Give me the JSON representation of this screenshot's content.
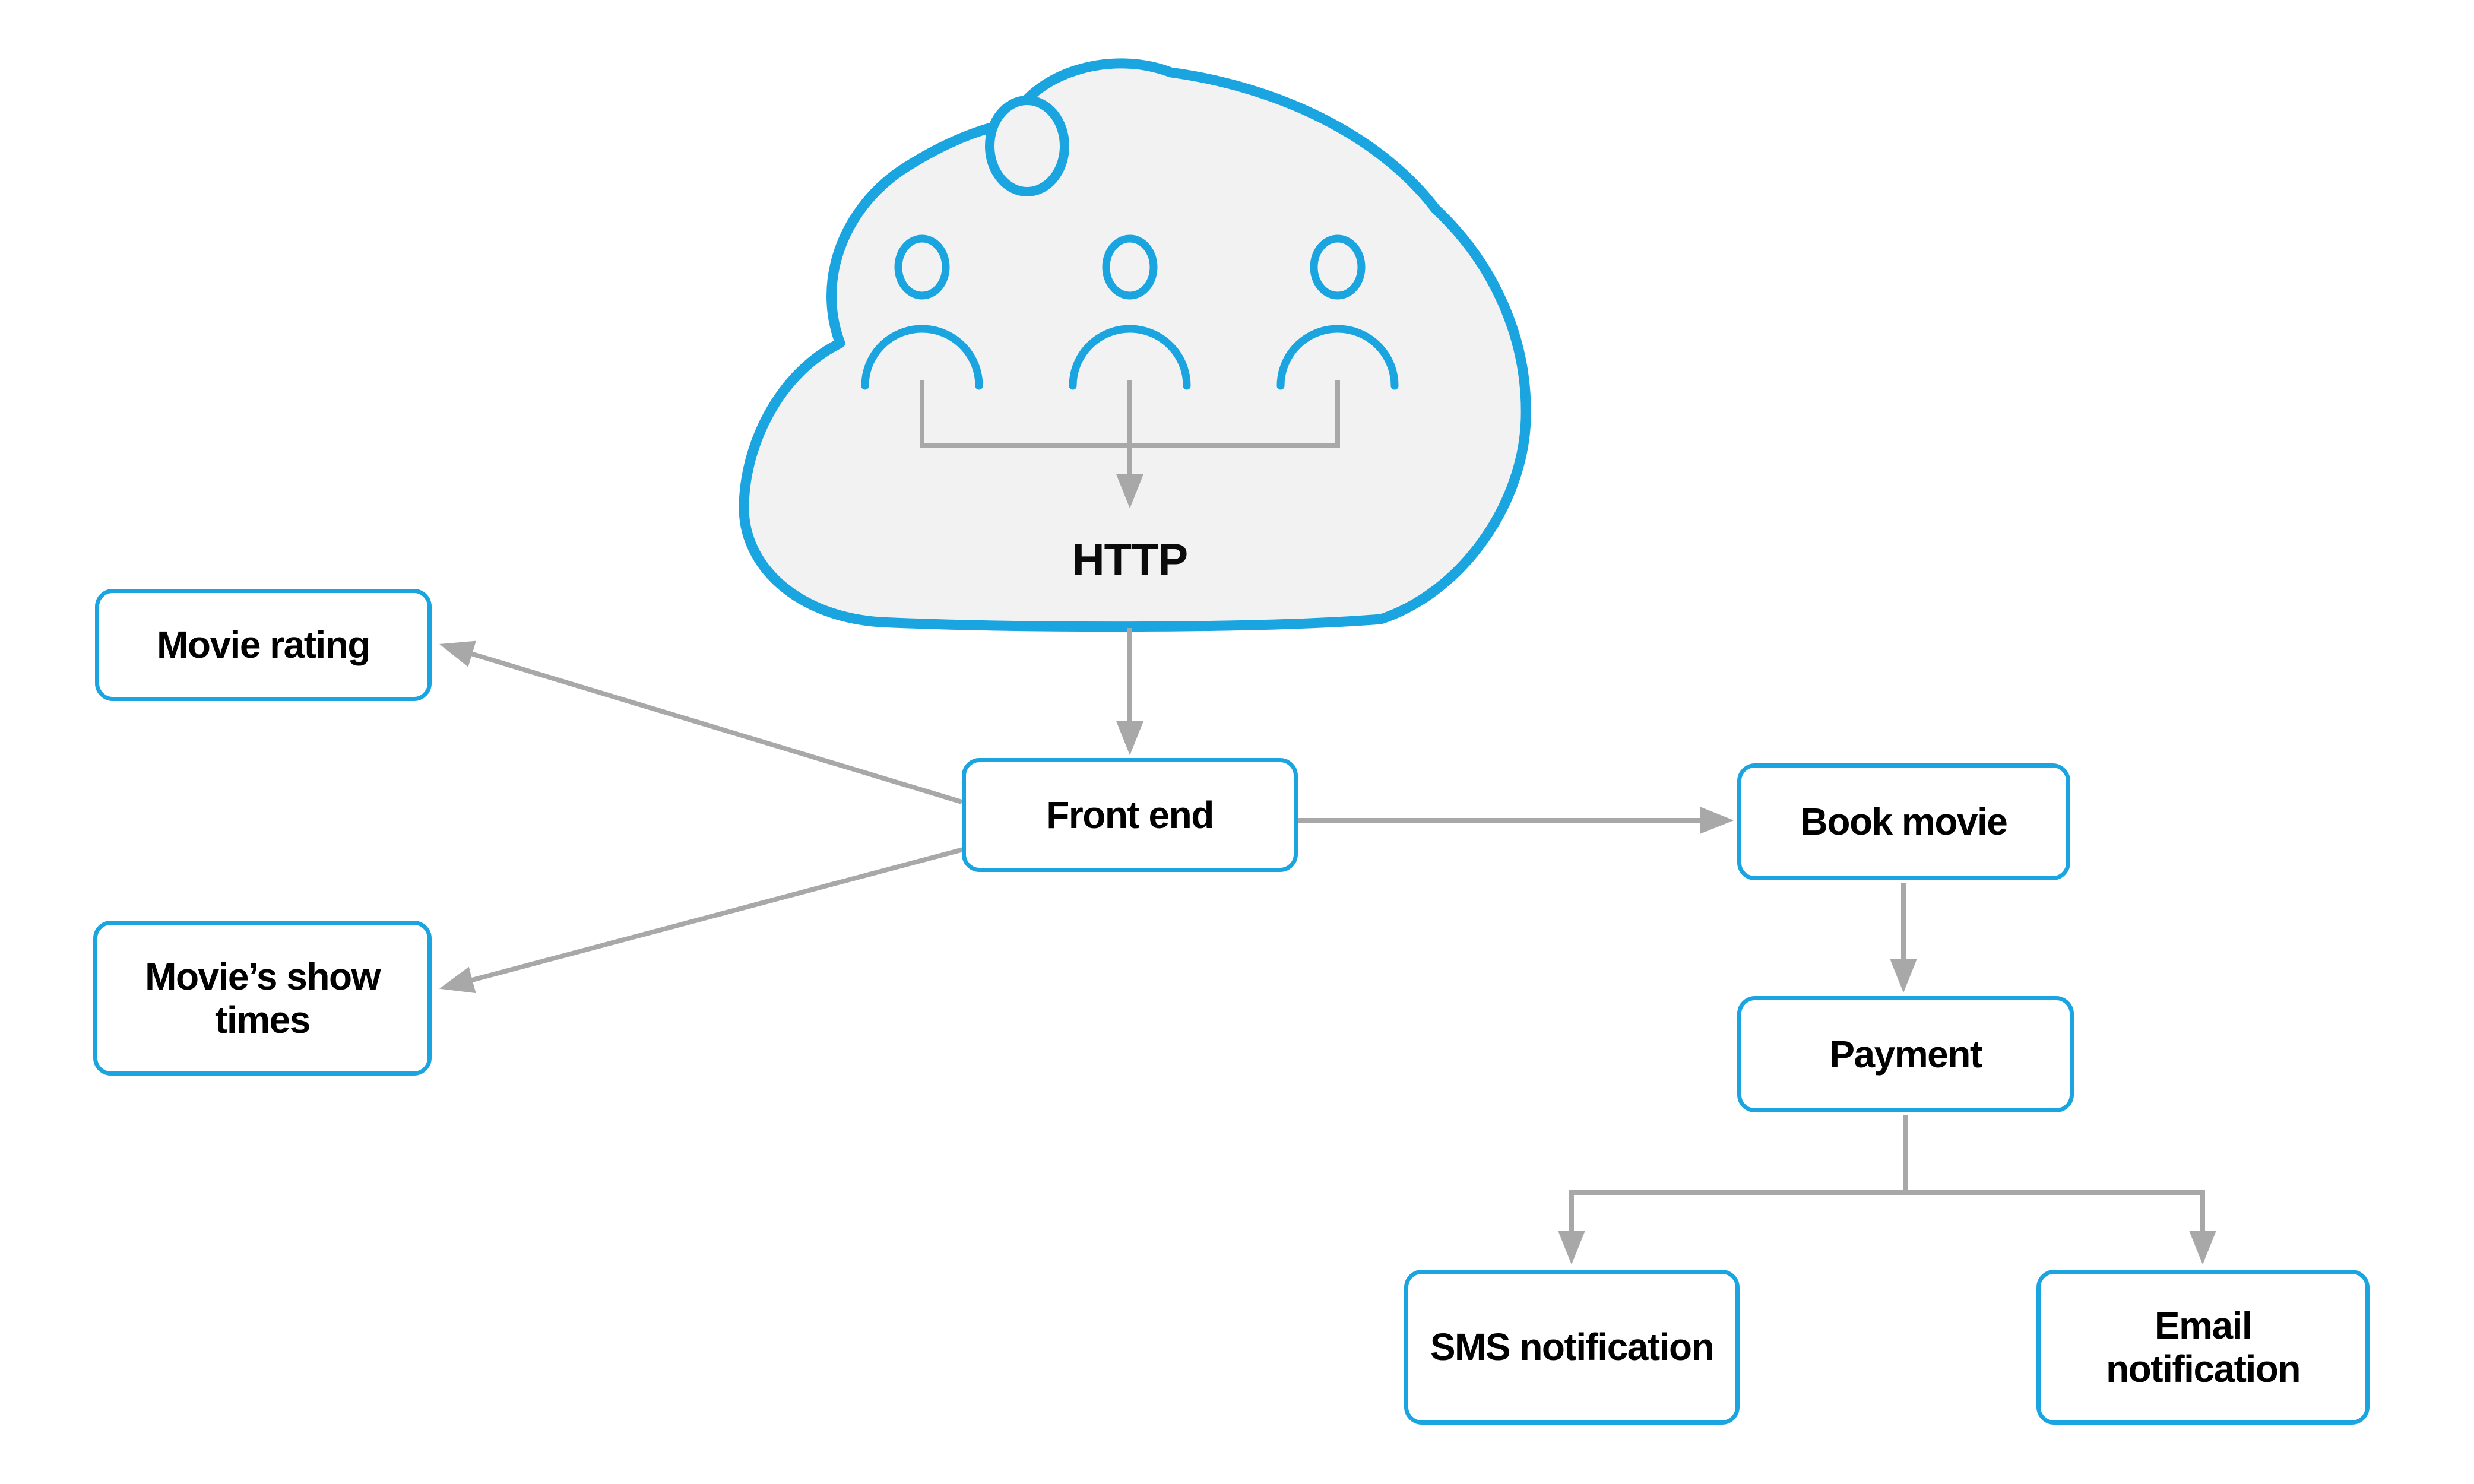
{
  "diagram": {
    "cloud": {
      "label": "HTTP",
      "description": "cloud of users sending HTTP requests",
      "user_count": 3
    },
    "nodes": {
      "movie_rating": {
        "label": "Movie rating"
      },
      "show_times": {
        "label": "Movie’s show times"
      },
      "front_end": {
        "label": "Front end"
      },
      "book_movie": {
        "label": "Book movie"
      },
      "payment": {
        "label": "Payment"
      },
      "sms": {
        "label": "SMS notification"
      },
      "email": {
        "label": "Email notification"
      }
    },
    "edges": [
      {
        "from": "users-cloud",
        "to": "front_end"
      },
      {
        "from": "front_end",
        "to": "movie_rating"
      },
      {
        "from": "front_end",
        "to": "show_times"
      },
      {
        "from": "front_end",
        "to": "book_movie"
      },
      {
        "from": "book_movie",
        "to": "payment"
      },
      {
        "from": "payment",
        "to": "sms"
      },
      {
        "from": "payment",
        "to": "email"
      }
    ],
    "icons": {
      "cloud": "cloud-shape",
      "users": [
        "user-icon",
        "user-icon",
        "user-icon"
      ]
    },
    "colors": {
      "accent_blue": "#1aa5e1",
      "line_gray": "#a8a8a8",
      "cloud_fill": "#f2f2f2",
      "node_fill": "#ffffff",
      "text": "#000000"
    }
  }
}
